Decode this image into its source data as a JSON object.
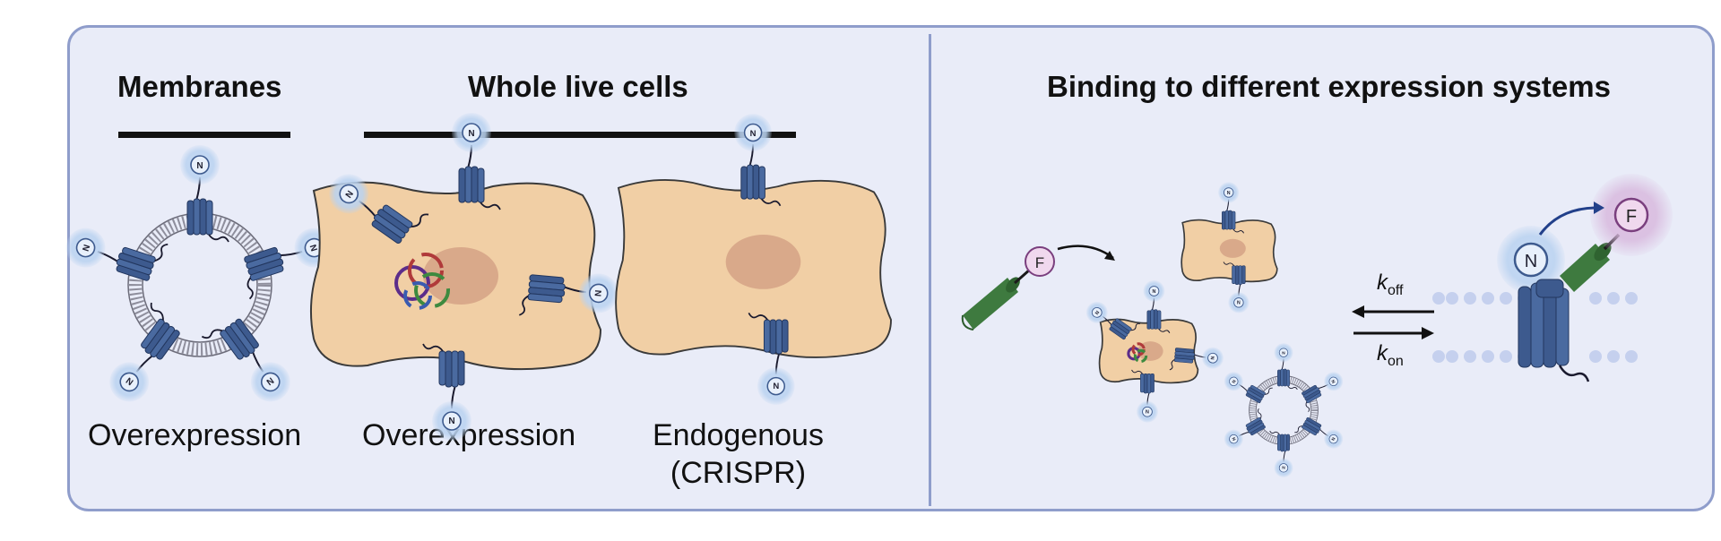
{
  "headings": {
    "membranes": "Membranes",
    "whole_live_cells": "Whole live cells",
    "binding": "Binding to different expression systems"
  },
  "captions": {
    "membranes_overexpression": "Overexpression",
    "cells_overexpression": "Overexpression",
    "endogenous_line1": "Endogenous",
    "endogenous_line2": "(CRISPR)"
  },
  "labels": {
    "n_tag": "N",
    "f_tag": "F",
    "k_symbol": "k",
    "k_off_sub": "off",
    "k_on_sub": "on"
  },
  "colors": {
    "panel_bg": "#e9ecf8",
    "panel_border": "#8f9dcb",
    "receptor": "#3d5a8e",
    "cell": "#f1cfa5",
    "nucleus": "#d9a98a",
    "ligand": "#3e7a3f",
    "n_glow": "#b9d2f0",
    "f_glow": "#d7b6dc"
  }
}
